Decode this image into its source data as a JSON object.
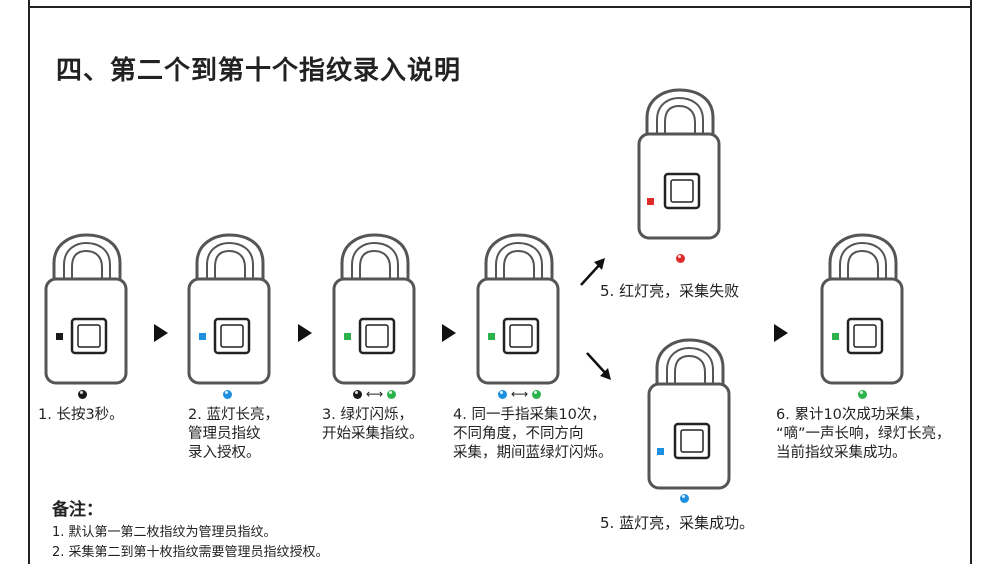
{
  "title": "四、第二个到第十个指纹录入说明",
  "colors": {
    "black": "#1a1a1a",
    "blue": "#1e90e0",
    "green": "#2bb24c",
    "red": "#e02b2b"
  },
  "steps": {
    "s1": "1. 长按3秒。",
    "s2": [
      "2. 蓝灯长亮，",
      "管理员指纹",
      "录入授权。"
    ],
    "s3": [
      "3. 绿灯闪烁，",
      "开始采集指纹。"
    ],
    "s4": [
      "4. 同一手指采集10次，",
      "不同角度，不同方向",
      "采集，期间蓝绿灯闪烁。"
    ],
    "s5_fail": "5. 红灯亮，采集失败",
    "s5_ok": "5. 蓝灯亮，采集成功。",
    "s6": [
      "6. 累计10次成功采集，",
      "“嘀”一声长响，绿灯长亮，",
      "当前指纹采集成功。"
    ]
  },
  "notes": {
    "title": "备注：",
    "items": [
      "1. 默认第一第二枚指纹为管理员指纹。",
      "2. 采集第二到第十枚指纹需要管理员指纹授权。"
    ]
  },
  "legend_sep": "⟷"
}
